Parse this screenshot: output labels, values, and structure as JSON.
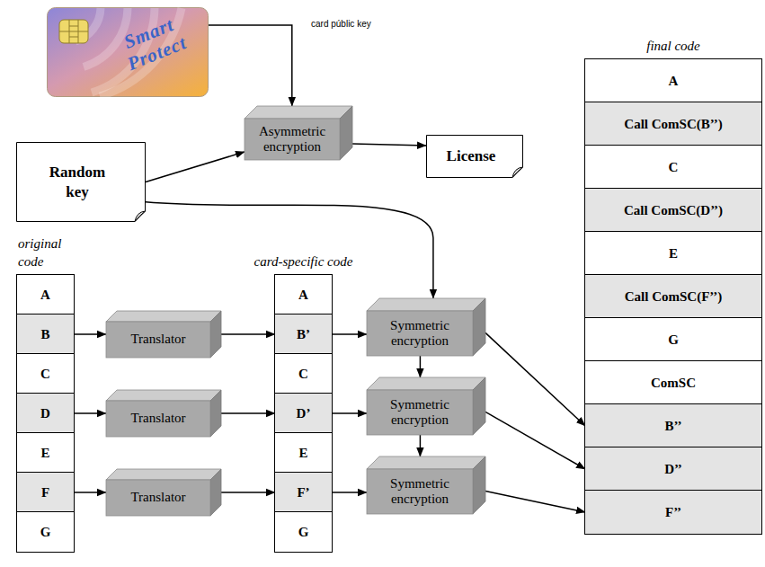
{
  "diagram": {
    "nodes": [
      {
        "text": [
          "Smart Protect"
        ]
      },
      {
        "text": [
          "Asymmetric encryption"
        ]
      },
      {
        "text": [
          "License"
        ]
      },
      {
        "text": [
          "Random key"
        ]
      },
      {
        "text": [
          "original code"
        ]
      },
      {
        "text": [
          "A"
        ],
        "in": 4
      },
      {
        "text": [
          "B"
        ],
        "in": 4
      },
      {
        "text": [
          "C"
        ],
        "in": 4
      },
      {
        "text": [
          "D"
        ],
        "in": 4
      },
      {
        "text": [
          "E"
        ],
        "in": 4
      },
      {
        "text": [
          "F"
        ],
        "in": 4
      },
      {
        "text": [
          "G"
        ],
        "in": 4
      },
      {
        "text": [
          "Translator"
        ]
      },
      {
        "text": [
          "Translator"
        ]
      },
      {
        "text": [
          "Translator"
        ]
      },
      {
        "text": [
          "card-specific code"
        ]
      },
      {
        "text": [
          "A"
        ],
        "in": 15
      },
      {
        "text": [
          "B’"
        ],
        "in": 15
      },
      {
        "text": [
          "C"
        ],
        "in": 15
      },
      {
        "text": [
          "D’"
        ],
        "in": 15
      },
      {
        "text": [
          "E"
        ],
        "in": 15
      },
      {
        "text": [
          "F’"
        ],
        "in": 15
      },
      {
        "text": [
          "G"
        ],
        "in": 15
      },
      {
        "text": [
          "Symmetric encryption"
        ]
      },
      {
        "text": [
          "Symmetric encryption"
        ]
      },
      {
        "text": [
          "Symmetric encryption"
        ]
      },
      {
        "text": [
          "final code"
        ]
      },
      {
        "text": [
          "A"
        ],
        "in": 26
      },
      {
        "text": [
          "Call ComSC(B’’)"
        ],
        "in": 26
      },
      {
        "text": [
          "C"
        ],
        "in": 26
      },
      {
        "text": [
          "Call ComSC(D’’)"
        ],
        "in": 26
      },
      {
        "text": [
          "E"
        ],
        "in": 26
      },
      {
        "text": [
          "Call ComSC(F’’)"
        ],
        "in": 26
      },
      {
        "text": [
          "G"
        ],
        "in": 26
      },
      {
        "text": [
          "ComSC"
        ],
        "in": 26
      },
      {
        "text": [
          "B’’"
        ],
        "in": 26
      },
      {
        "text": [
          "D’’"
        ],
        "in": 26
      },
      {
        "text": [
          "F’’"
        ],
        "in": 26
      }
    ],
    "edges": [
      {
        "from": 0,
        "to": 1,
        "label": "card públic key",
        "arrow": "to"
      },
      {
        "from": 1,
        "to": 2,
        "arrow": "to"
      },
      {
        "from": 3,
        "to": 1,
        "arrow": "to"
      },
      {
        "from": 3,
        "to": 23,
        "arrow": "to"
      },
      {
        "from": 6,
        "to": 12,
        "arrow": "to"
      },
      {
        "from": 12,
        "to": 17,
        "arrow": "to"
      },
      {
        "from": 8,
        "to": 13,
        "arrow": "to"
      },
      {
        "from": 13,
        "to": 19,
        "arrow": "to"
      },
      {
        "from": 10,
        "to": 14,
        "arrow": "to"
      },
      {
        "from": 14,
        "to": 21,
        "arrow": "to"
      },
      {
        "from": 17,
        "to": 23,
        "arrow": "to"
      },
      {
        "from": 19,
        "to": 24,
        "arrow": "to"
      },
      {
        "from": 21,
        "to": 25,
        "arrow": "to"
      },
      {
        "from": 23,
        "to": 24,
        "arrow": "to"
      },
      {
        "from": 24,
        "to": 25,
        "arrow": "to"
      },
      {
        "from": 23,
        "to": 35,
        "arrow": "to"
      },
      {
        "from": 24,
        "to": 36,
        "arrow": "to"
      },
      {
        "from": 25,
        "to": 37,
        "arrow": "to"
      }
    ]
  }
}
